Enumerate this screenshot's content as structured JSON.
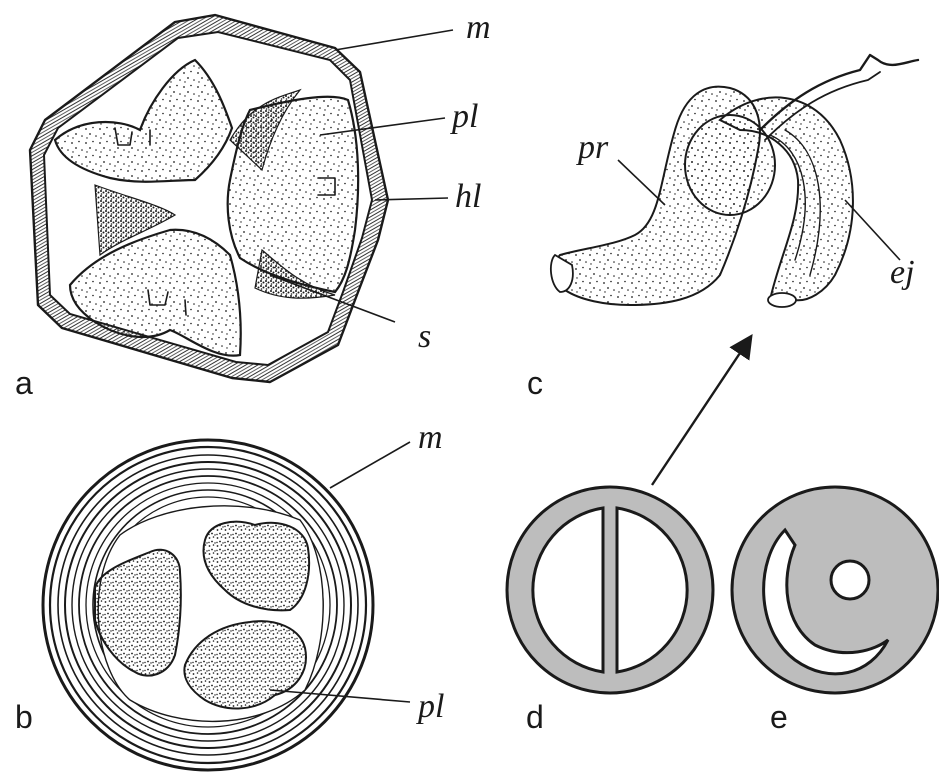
{
  "panels": {
    "a": {
      "letter": "a",
      "labels": {
        "m": "m",
        "pl": "pl",
        "hl": "hl",
        "s": "s"
      }
    },
    "b": {
      "letter": "b",
      "labels": {
        "m": "m",
        "pl": "pl"
      }
    },
    "c": {
      "letter": "c",
      "labels": {
        "pr": "pr",
        "ej": "ej"
      }
    },
    "d": {
      "letter": "d"
    },
    "e": {
      "letter": "e"
    }
  },
  "colors": {
    "ink": "#1a1a1a",
    "schematic_fill": "#bdbdbd",
    "background": "#ffffff"
  },
  "arrow": {
    "from": "panel-d",
    "to": "panel-c"
  }
}
